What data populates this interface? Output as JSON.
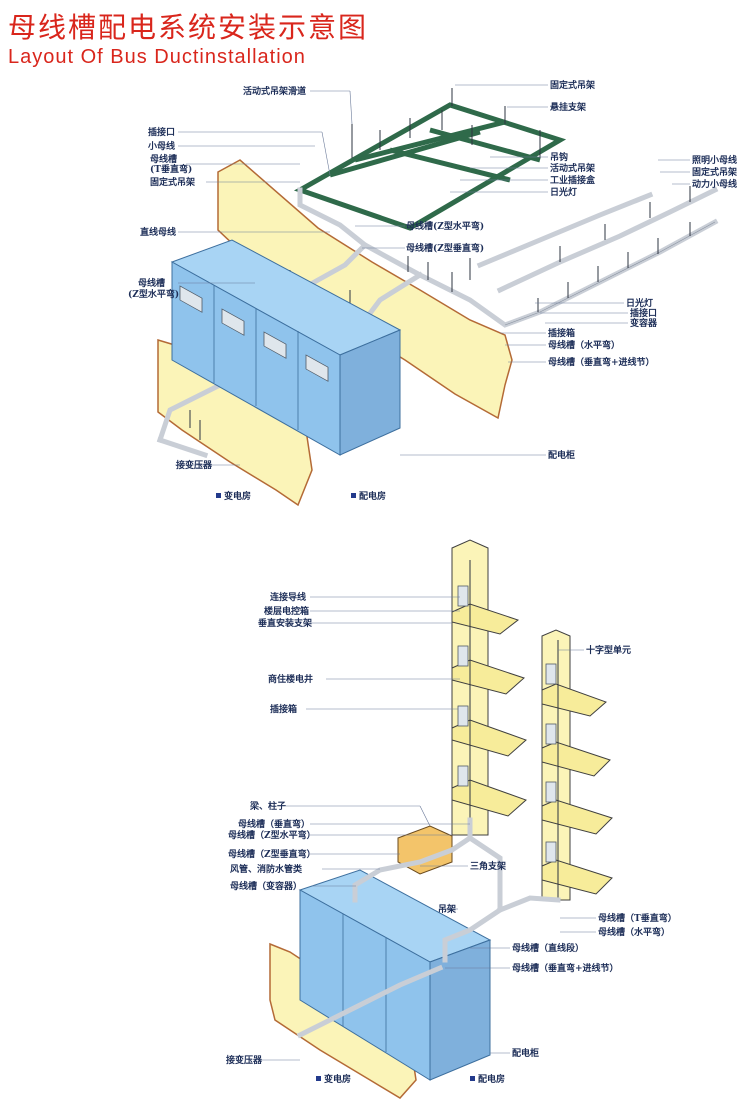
{
  "title": "母线槽配电系统安装示意图",
  "subtitle": "Layout Of Bus Ductinstallation",
  "top": {
    "labels": [
      "活动式吊架滑道",
      "固定式吊架",
      "悬挂支架",
      "插接口",
      "小母线",
      "母线槽",
      "(T垂直弯)",
      "固定式吊架",
      "吊钩",
      "活动式吊架",
      "工业插接盒",
      "日光灯",
      "照明小母线",
      "固定式吊架",
      "动力小母线",
      "直线母线",
      "母线槽(Z型水平弯)",
      "母线槽(Z型垂直弯)",
      "母线槽",
      "(Z型水平弯)",
      "日光灯",
      "插接口",
      "变容器",
      "插接箱",
      "母线槽（水平弯）",
      "母线槽（垂直弯+进线节）",
      "配电柜",
      "接变压器"
    ],
    "legend": [
      "变电房",
      "配电房"
    ]
  },
  "bottom": {
    "labels": [
      "连接导线",
      "楼层电控箱",
      "垂直安装支架",
      "十字型单元",
      "商住楼电井",
      "插接箱",
      "梁、柱子",
      "母线槽（垂直弯）",
      "母线槽（Z型水平弯）",
      "母线槽（Z型垂直弯）",
      "风管、消防水管类",
      "母线槽（变容器）",
      "三角支架",
      "吊架",
      "母线槽（T垂直弯）",
      "母线槽（水平弯）",
      "母线槽（直线段）",
      "母线槽（垂直弯+进线节）",
      "接变压器",
      "配电柜"
    ],
    "legend": [
      "变电房",
      "配电房"
    ]
  }
}
